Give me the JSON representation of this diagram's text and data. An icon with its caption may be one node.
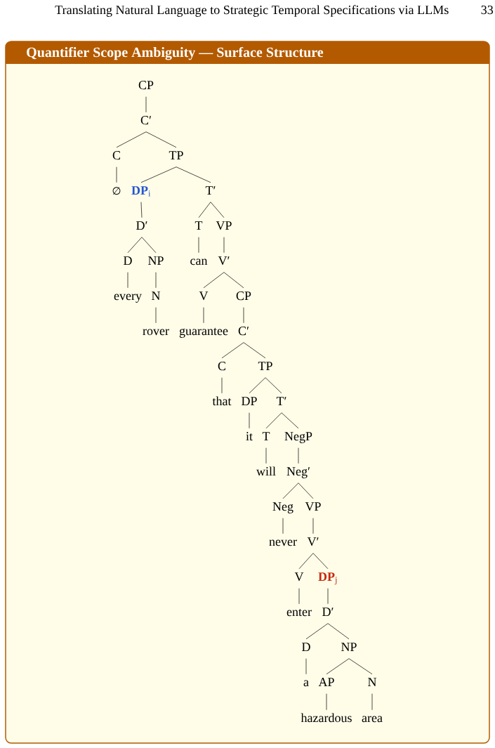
{
  "diagram": {
    "title": "Quantifier Scope Ambiguity — Surface Structure",
    "nodes": [
      {
        "text": [
          "CP"
        ]
      },
      {
        "text": [
          "C′"
        ]
      },
      {
        "text": [
          "C"
        ]
      },
      {
        "text": [
          "TP"
        ]
      },
      {
        "text": [
          "∅"
        ]
      },
      {
        "text": [
          "**DP**$_{i}$"
        ]
      },
      {
        "text": [
          "T′"
        ]
      },
      {
        "text": [
          "D′"
        ]
      },
      {
        "text": [
          "T"
        ]
      },
      {
        "text": [
          "VP"
        ]
      },
      {
        "text": [
          "D"
        ]
      },
      {
        "text": [
          "NP"
        ]
      },
      {
        "text": [
          "can"
        ]
      },
      {
        "text": [
          "V′"
        ]
      },
      {
        "text": [
          "every"
        ]
      },
      {
        "text": [
          "N"
        ]
      },
      {
        "text": [
          "V"
        ]
      },
      {
        "text": [
          "CP"
        ]
      },
      {
        "text": [
          "rover"
        ]
      },
      {
        "text": [
          "guarantee"
        ]
      },
      {
        "text": [
          "C′"
        ]
      },
      {
        "text": [
          "C"
        ]
      },
      {
        "text": [
          "TP"
        ]
      },
      {
        "text": [
          "that"
        ]
      },
      {
        "text": [
          "DP"
        ]
      },
      {
        "text": [
          "T′"
        ]
      },
      {
        "text": [
          "it"
        ]
      },
      {
        "text": [
          "T"
        ]
      },
      {
        "text": [
          "NegP"
        ]
      },
      {
        "text": [
          "will"
        ]
      },
      {
        "text": [
          "Neg′"
        ]
      },
      {
        "text": [
          "Neg"
        ]
      },
      {
        "text": [
          "VP"
        ]
      },
      {
        "text": [
          "never"
        ]
      },
      {
        "text": [
          "V′"
        ]
      },
      {
        "text": [
          "V"
        ]
      },
      {
        "text": [
          "**DP**$_{j}$"
        ]
      },
      {
        "text": [
          "enter"
        ]
      },
      {
        "text": [
          "D′"
        ]
      },
      {
        "text": [
          "D"
        ]
      },
      {
        "text": [
          "NP"
        ]
      },
      {
        "text": [
          "a"
        ]
      },
      {
        "text": [
          "AP"
        ]
      },
      {
        "text": [
          "N"
        ]
      },
      {
        "text": [
          "hazardous"
        ]
      },
      {
        "text": [
          "area"
        ]
      }
    ],
    "edges": [
      {
        "from": 0,
        "to": 1,
        "arrow": "none"
      },
      {
        "from": 1,
        "to": 2,
        "arrow": "none"
      },
      {
        "from": 1,
        "to": 3,
        "arrow": "none"
      },
      {
        "from": 2,
        "to": 4,
        "arrow": "none"
      },
      {
        "from": 3,
        "to": 5,
        "arrow": "none"
      },
      {
        "from": 3,
        "to": 6,
        "arrow": "none"
      },
      {
        "from": 5,
        "to": 7,
        "arrow": "none"
      },
      {
        "from": 6,
        "to": 8,
        "arrow": "none"
      },
      {
        "from": 6,
        "to": 9,
        "arrow": "none"
      },
      {
        "from": 7,
        "to": 10,
        "arrow": "none"
      },
      {
        "from": 7,
        "to": 11,
        "arrow": "none"
      },
      {
        "from": 8,
        "to": 12,
        "arrow": "none"
      },
      {
        "from": 9,
        "to": 13,
        "arrow": "none"
      },
      {
        "from": 10,
        "to": 14,
        "arrow": "none"
      },
      {
        "from": 11,
        "to": 15,
        "arrow": "none"
      },
      {
        "from": 13,
        "to": 16,
        "arrow": "none"
      },
      {
        "from": 13,
        "to": 17,
        "arrow": "none"
      },
      {
        "from": 15,
        "to": 18,
        "arrow": "none"
      },
      {
        "from": 16,
        "to": 19,
        "arrow": "none"
      },
      {
        "from": 17,
        "to": 20,
        "arrow": "none"
      },
      {
        "from": 20,
        "to": 21,
        "arrow": "none"
      },
      {
        "from": 20,
        "to": 22,
        "arrow": "none"
      },
      {
        "from": 21,
        "to": 23,
        "arrow": "none"
      },
      {
        "from": 22,
        "to": 24,
        "arrow": "none"
      },
      {
        "from": 22,
        "to": 25,
        "arrow": "none"
      },
      {
        "from": 24,
        "to": 26,
        "arrow": "none"
      },
      {
        "from": 25,
        "to": 27,
        "arrow": "none"
      },
      {
        "from": 25,
        "to": 28,
        "arrow": "none"
      },
      {
        "from": 27,
        "to": 29,
        "arrow": "none"
      },
      {
        "from": 28,
        "to": 30,
        "arrow": "none"
      },
      {
        "from": 30,
        "to": 31,
        "arrow": "none"
      },
      {
        "from": 30,
        "to": 32,
        "arrow": "none"
      },
      {
        "from": 31,
        "to": 33,
        "arrow": "none"
      },
      {
        "from": 32,
        "to": 34,
        "arrow": "none"
      },
      {
        "from": 34,
        "to": 35,
        "arrow": "none"
      },
      {
        "from": 34,
        "to": 36,
        "arrow": "none"
      },
      {
        "from": 35,
        "to": 37,
        "arrow": "none"
      },
      {
        "from": 36,
        "to": 38,
        "arrow": "none"
      },
      {
        "from": 38,
        "to": 39,
        "arrow": "none"
      },
      {
        "from": 38,
        "to": 40,
        "arrow": "none"
      },
      {
        "from": 39,
        "to": 41,
        "arrow": "none"
      },
      {
        "from": 40,
        "to": 42,
        "arrow": "none"
      },
      {
        "from": 40,
        "to": 43,
        "arrow": "none"
      },
      {
        "from": 42,
        "to": 44,
        "arrow": "none"
      },
      {
        "from": 43,
        "to": 45,
        "arrow": "none"
      }
    ],
    "labels": [
      "Translating Natural Language to Strategic Temporal Specifications via LLMs",
      "33"
    ]
  }
}
